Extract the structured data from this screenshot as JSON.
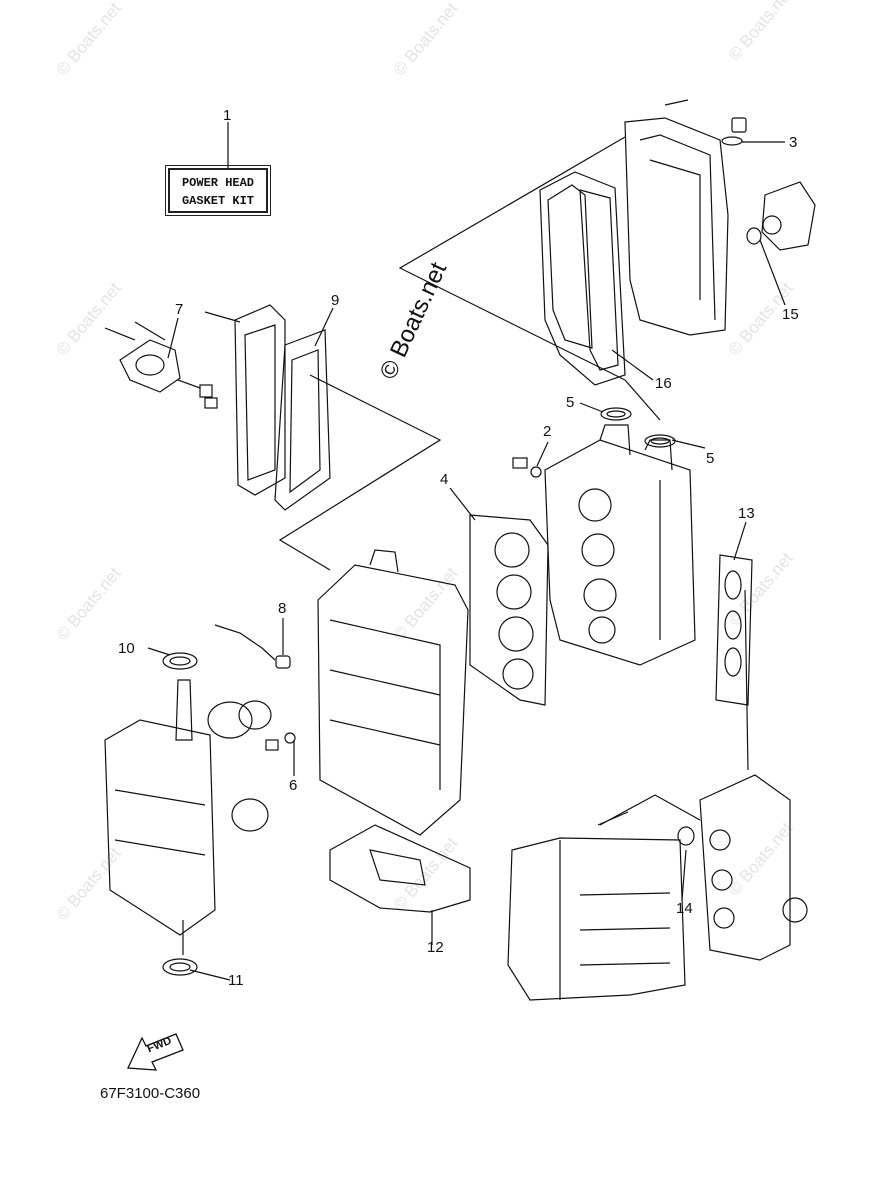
{
  "watermark": {
    "small": "© Boats.net",
    "large": "© Boats.net"
  },
  "kit": {
    "line1": "POWER HEAD",
    "line2": "GASKET KIT"
  },
  "callouts": {
    "c1": "1",
    "c2": "2",
    "c3": "3",
    "c4": "4",
    "c5a": "5",
    "c5b": "5",
    "c6": "6",
    "c7": "7",
    "c8": "8",
    "c9": "9",
    "c10": "10",
    "c11": "11",
    "c12": "12",
    "c13": "13",
    "c14": "14",
    "c15": "15",
    "c16": "16"
  },
  "fwd_label": "FWD",
  "diagram_code": "67F3100-C360"
}
